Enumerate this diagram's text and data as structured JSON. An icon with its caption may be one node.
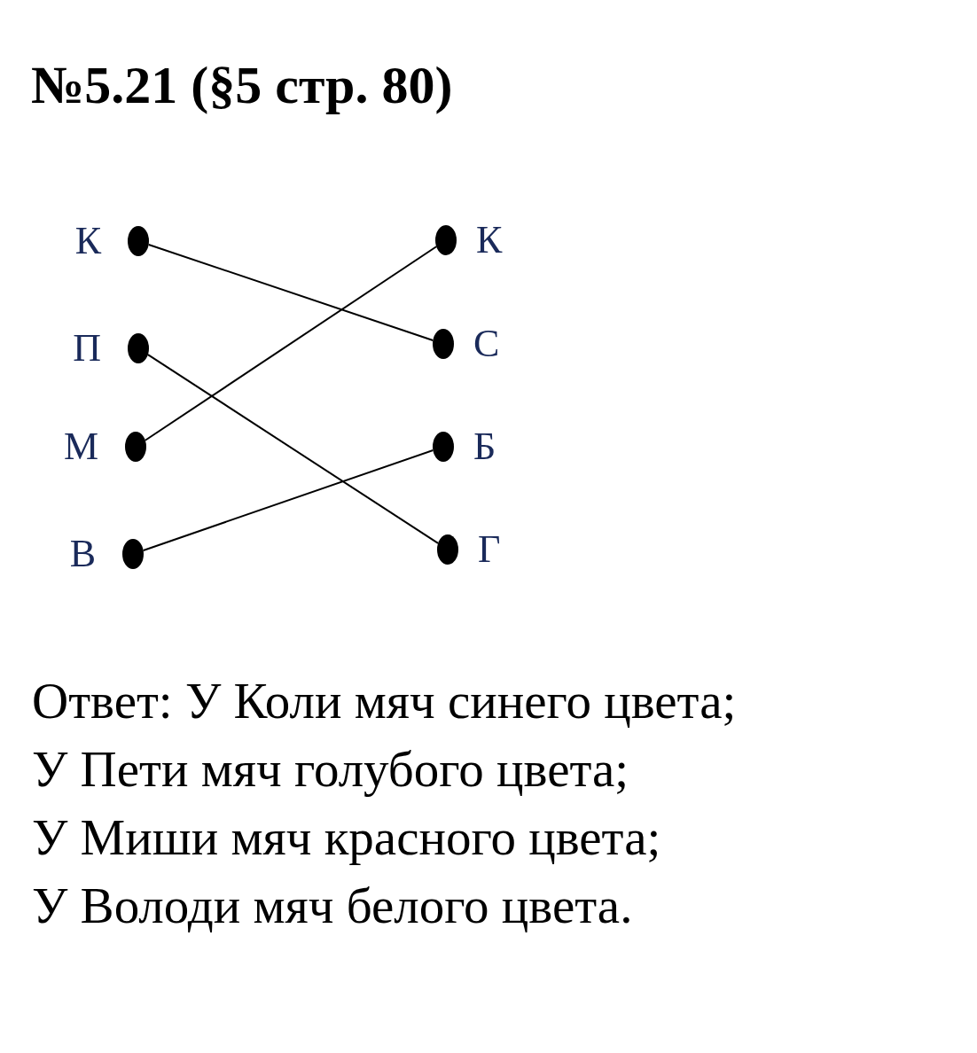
{
  "diagram": {
    "title": "№5.21 (§5 стр. 80)",
    "nodes": [
      {
        "text": [],
        "shape": "circle",
        "beside": [
          "К"
        ]
      },
      {
        "text": [],
        "shape": "circle",
        "beside": [
          "П"
        ]
      },
      {
        "text": [],
        "shape": "circle",
        "beside": [
          "М"
        ]
      },
      {
        "text": [],
        "shape": "circle",
        "beside": [
          "В"
        ]
      },
      {
        "text": [],
        "shape": "circle",
        "beside": [
          "К"
        ]
      },
      {
        "text": [],
        "shape": "circle",
        "beside": [
          "С"
        ]
      },
      {
        "text": [],
        "shape": "circle",
        "beside": [
          "Б"
        ]
      },
      {
        "text": [],
        "shape": "circle",
        "beside": [
          "Г"
        ]
      }
    ],
    "edges": [
      {
        "from": 0,
        "to": 5,
        "arrow": "none"
      },
      {
        "from": 1,
        "to": 7,
        "arrow": "none"
      },
      {
        "from": 2,
        "to": 4,
        "arrow": "none"
      },
      {
        "from": 3,
        "to": 6,
        "arrow": "none"
      }
    ],
    "labels": [
      "Ответ: У Коли мяч синего цвета;",
      "У Пети мяч голубого цвета;",
      "У Миши мяч красного цвета;",
      "У Володи мяч белого цвета."
    ]
  }
}
